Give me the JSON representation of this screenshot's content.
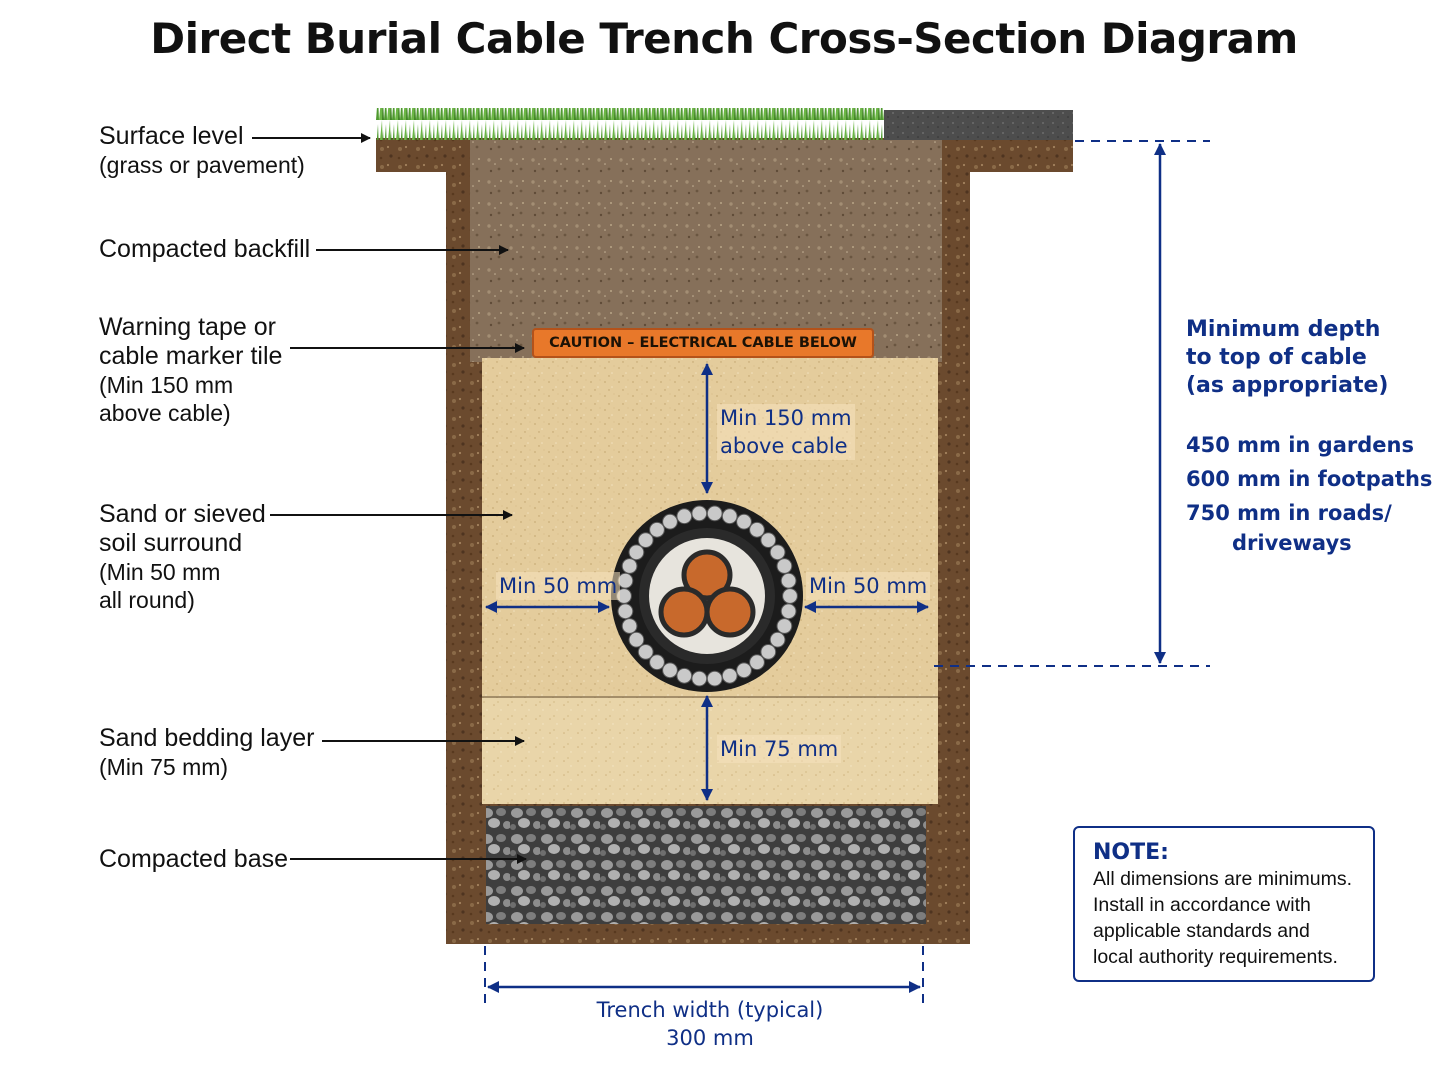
{
  "title": "Direct Burial Cable Trench Cross-Section Diagram",
  "layers": [
    {
      "name": "Surface level",
      "note": "(grass or pavement)"
    },
    {
      "name": "Compacted backfill",
      "note": ""
    },
    {
      "name": "Warning tape or cable marker tile",
      "name_lines": [
        "Warning tape or",
        "cable marker tile"
      ],
      "note_lines": [
        "(Min 150 mm",
        "above cable)"
      ]
    },
    {
      "name": "Sand or sieved soil surround",
      "name_lines": [
        "Sand or sieved",
        "soil surround"
      ],
      "note_lines": [
        "(Min 50 mm",
        "all round)"
      ]
    },
    {
      "name": "Sand bedding layer",
      "note": "(Min 75 mm)"
    },
    {
      "name": "Compacted base",
      "note": ""
    }
  ],
  "warning_tape_text": "CAUTION – ELECTRICAL CABLE BELOW",
  "dimensions": {
    "above_cable": [
      "Min 150 mm",
      "above cable"
    ],
    "left_side": "Min 50 mm",
    "right_side": "Min 50 mm",
    "below_cable": "Min 75 mm",
    "trench_width": [
      "Trench width (typical)",
      "300 mm"
    ]
  },
  "minimum_depth": {
    "heading": [
      "Minimum depth",
      "to top of cable",
      "(as appropriate)"
    ],
    "items": [
      "450 mm in gardens",
      "600 mm in footpaths",
      "750 mm in roads/"
    ],
    "items_continued": "driveways"
  },
  "note": {
    "heading": "NOTE:",
    "lines": [
      "All dimensions are minimums.",
      "Install in accordance with",
      "applicable standards and",
      "local authority requirements."
    ]
  },
  "colors": {
    "dimension_blue": "#0f2f86",
    "soil": "#6b4a2e",
    "backfill": "#8a7258",
    "sand": "#e6cfa0",
    "bedding": "#ead7ad",
    "gravel": "#707070",
    "grass": "#5aa23a",
    "pavement": "#4a4a4a",
    "warning_tape": "#e8782a",
    "copper": "#c8692c"
  }
}
